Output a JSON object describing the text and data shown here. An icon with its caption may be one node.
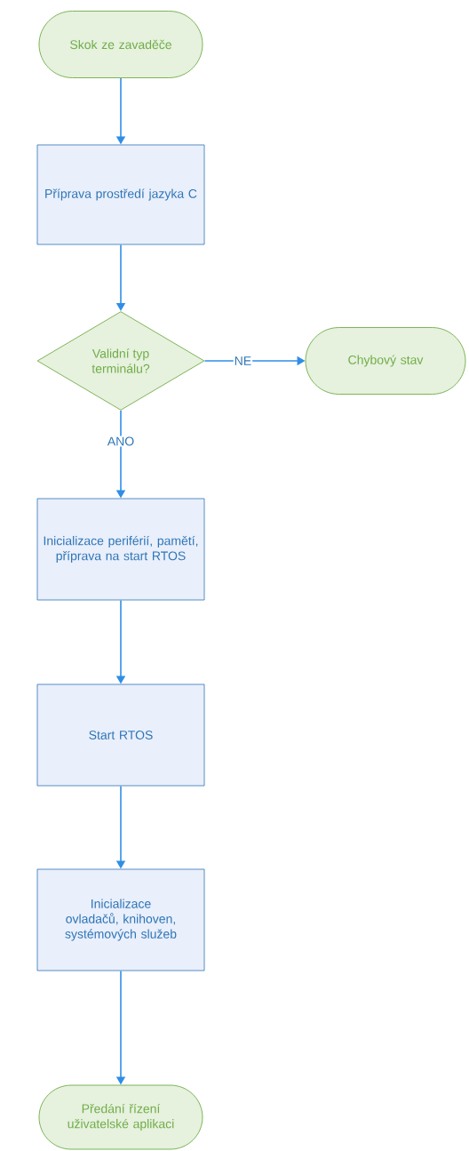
{
  "diagram": {
    "nodes": [
      {
        "text": [
          "Skok ze zavaděče"
        ]
      },
      {
        "text": [
          "Příprava prostředí jazyka C"
        ]
      },
      {
        "text": [
          "Validní typ terminálu?"
        ]
      },
      {
        "text": [
          "Chybový stav"
        ]
      },
      {
        "text": [
          "Inicializace periférií, pamětí, příprava na start RTOS"
        ]
      },
      {
        "text": [
          "Start RTOS"
        ]
      },
      {
        "text": [
          "Inicializace ovladačů, knihoven, systémových služeb"
        ]
      },
      {
        "text": [
          "Předání řízení uživatelské aplikaci"
        ]
      }
    ],
    "edges": [
      {
        "from": 0,
        "to": 1,
        "arrow": "to"
      },
      {
        "from": 1,
        "to": 2,
        "arrow": "to"
      },
      {
        "from": 2,
        "to": 3,
        "arrow": "to",
        "label": "NE"
      },
      {
        "from": 2,
        "to": 4,
        "arrow": "to",
        "label": "ANO"
      },
      {
        "from": 4,
        "to": 5,
        "arrow": "to"
      },
      {
        "from": 5,
        "to": 6,
        "arrow": "to"
      },
      {
        "from": 6,
        "to": 7,
        "arrow": "to"
      }
    ]
  }
}
